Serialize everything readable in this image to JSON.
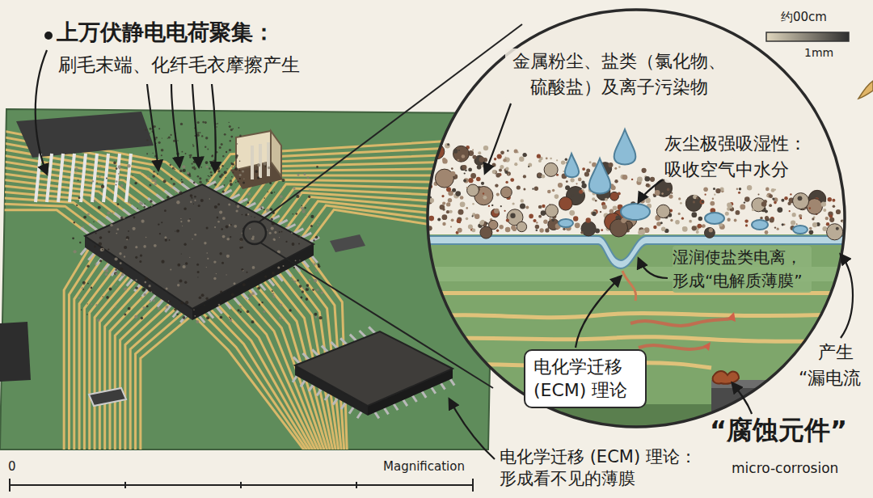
{
  "diagram": {
    "nodes": [
      {
        "text": [
          "金属粉尘、盐类（氯化物、硫酸盐）及离子污染物",
          "灰尘极强吸湿性：吸收空气中水分",
          "湿润使盐类电离，形成“电解质薄膜”",
          "电化学迁移 (ECM) 理论"
        ]
      }
    ],
    "labels": [
      "上万伏静电电荷聚集：",
      "刷毛末端、化纤毛衣摩擦产生",
      "约00cm",
      "1mm",
      "产生",
      "“漏电流",
      "“腐蚀元件”",
      "micro-corrosion",
      "电化学迁移 (ECM) 理论：形成看不见的薄膜",
      "0",
      "Magnification"
    ]
  }
}
